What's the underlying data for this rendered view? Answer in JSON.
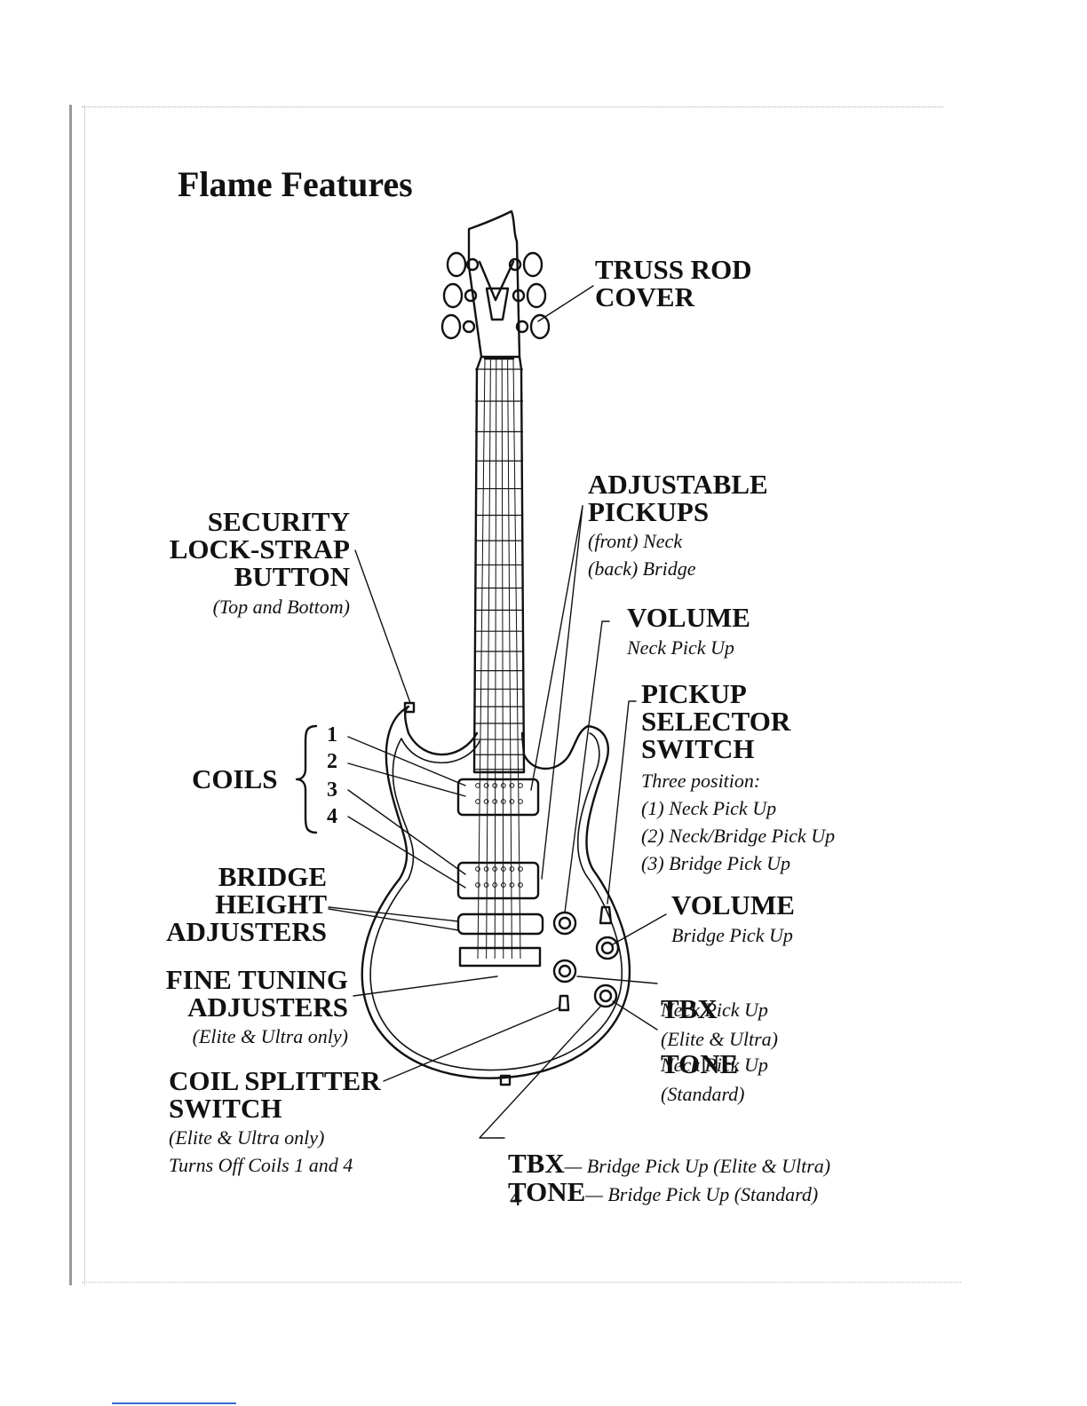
{
  "page": {
    "title": "Flame Features",
    "page_number": "4"
  },
  "labels": {
    "truss_rod": {
      "title": "TRUSS ROD\nCOVER"
    },
    "adjustable_pickups": {
      "title": "ADJUSTABLE\nPICKUPS",
      "detail": "(front) Neck\n(back) Bridge"
    },
    "security_lock": {
      "title": "SECURITY\nLOCK-STRAP\nBUTTON",
      "detail": "(Top and Bottom)"
    },
    "volume_neck": {
      "title": "VOLUME",
      "detail": "Neck Pick Up"
    },
    "pickup_selector": {
      "title": "PICKUP\nSELECTOR\nSWITCH",
      "detail": "Three position:\n(1) Neck Pick Up\n(2) Neck/Bridge Pick Up\n(3) Bridge Pick Up"
    },
    "coils": {
      "title": "COILS",
      "numbers": [
        "1",
        "2",
        "3",
        "4"
      ]
    },
    "bridge_height": {
      "title": "BRIDGE\nHEIGHT\nADJUSTERS"
    },
    "volume_bridge": {
      "title": "VOLUME",
      "detail": "Bridge Pick Up"
    },
    "fine_tuning": {
      "title": "FINE TUNING\nADJUSTERS",
      "detail": "(Elite & Ultra only)"
    },
    "tbx_neck": {
      "title": "TBX",
      "qualifier": "(Elite & Ultra)",
      "detail": "Neck Pick Up"
    },
    "tone_neck": {
      "title": "TONE",
      "qualifier": "(Standard)",
      "detail": "Neck Pick Up"
    },
    "coil_splitter": {
      "title": "COIL SPLITTER\nSWITCH",
      "detail": "(Elite & Ultra only)\nTurns Off Coils 1 and 4"
    },
    "tbx_bridge": {
      "title": "TBX",
      "detail": "— Bridge Pick Up (Elite & Ultra)"
    },
    "tone_bridge": {
      "title": "TONE",
      "detail": "— Bridge Pick Up (Standard)"
    }
  }
}
